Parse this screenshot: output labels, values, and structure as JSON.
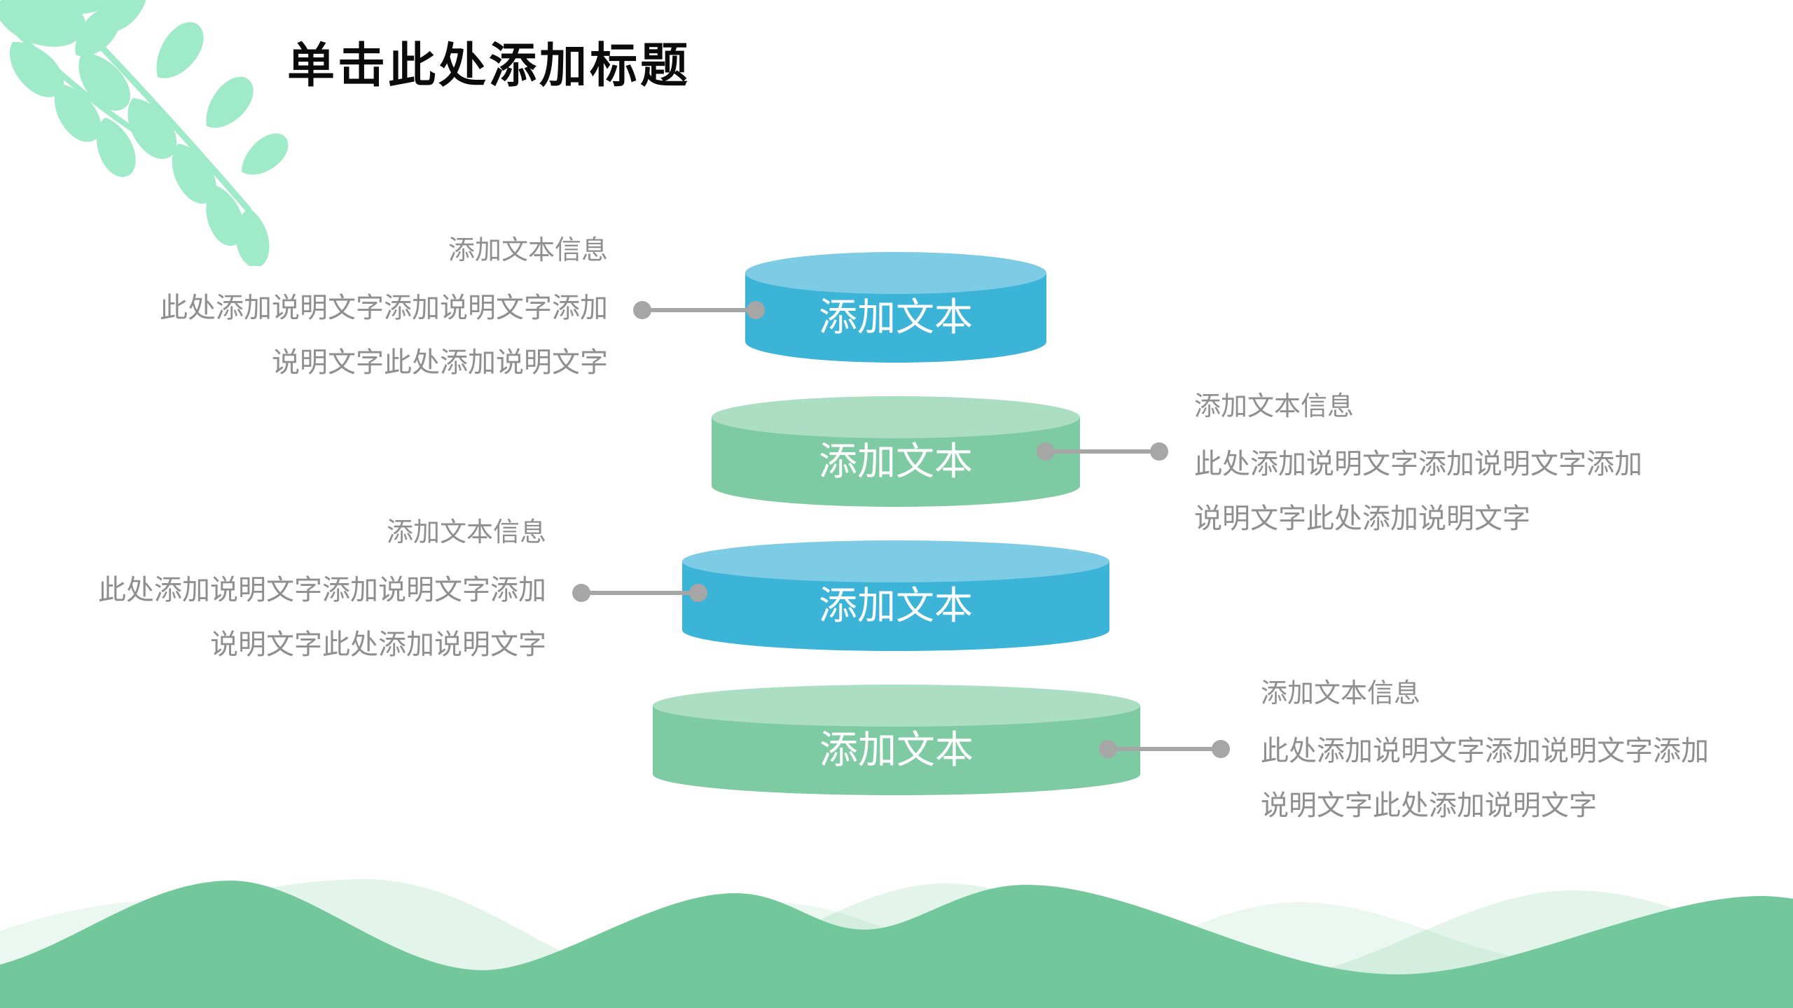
{
  "slide": {
    "title": "单击此处添加标题",
    "pyramid": {
      "levels": [
        {
          "label": "添加文本",
          "color_body": "#3bb4d8",
          "color_top": "#7dcbe4"
        },
        {
          "label": "添加文本",
          "color_body": "#7ecba3",
          "color_top": "#abdec3"
        },
        {
          "label": "添加文本",
          "color_body": "#3bb4d8",
          "color_top": "#7dcbe4"
        },
        {
          "label": "添加文本",
          "color_body": "#7ecba3",
          "color_top": "#abdec3"
        }
      ]
    },
    "info_blocks": [
      {
        "side": "left",
        "heading": "添加文本信息",
        "line1": "此处添加说明文字添加说明文字添加",
        "line2": "说明文字此处添加说明文字"
      },
      {
        "side": "right",
        "heading": "添加文本信息",
        "line1": "此处添加说明文字添加说明文字添加",
        "line2": "说明文字此处添加说明文字"
      },
      {
        "side": "left",
        "heading": "添加文本信息",
        "line1": "此处添加说明文字添加说明文字添加",
        "line2": "说明文字此处添加说明文字"
      },
      {
        "side": "right",
        "heading": "添加文本信息",
        "line1": "此处添加说明文字添加说明文字添加",
        "line2": "说明文字此处添加说明文字"
      }
    ],
    "decorations": {
      "top_left": "leaf-branch",
      "bottom": "wave-hills"
    },
    "colors": {
      "title_text": "#0b0b0b",
      "placeholder_text": "#8f8f8f",
      "connector": "#a6a6a6",
      "cylinder_blue": "#3bb4d8",
      "cylinder_blue_top": "#7dcbe4",
      "cylinder_green": "#7ecba3",
      "cylinder_green_top": "#abdec3",
      "wave_solid": "#73c89b",
      "wave_light": "#e2f3e9",
      "leaf": "#9eeac9",
      "label_text": "#ffffff"
    }
  }
}
